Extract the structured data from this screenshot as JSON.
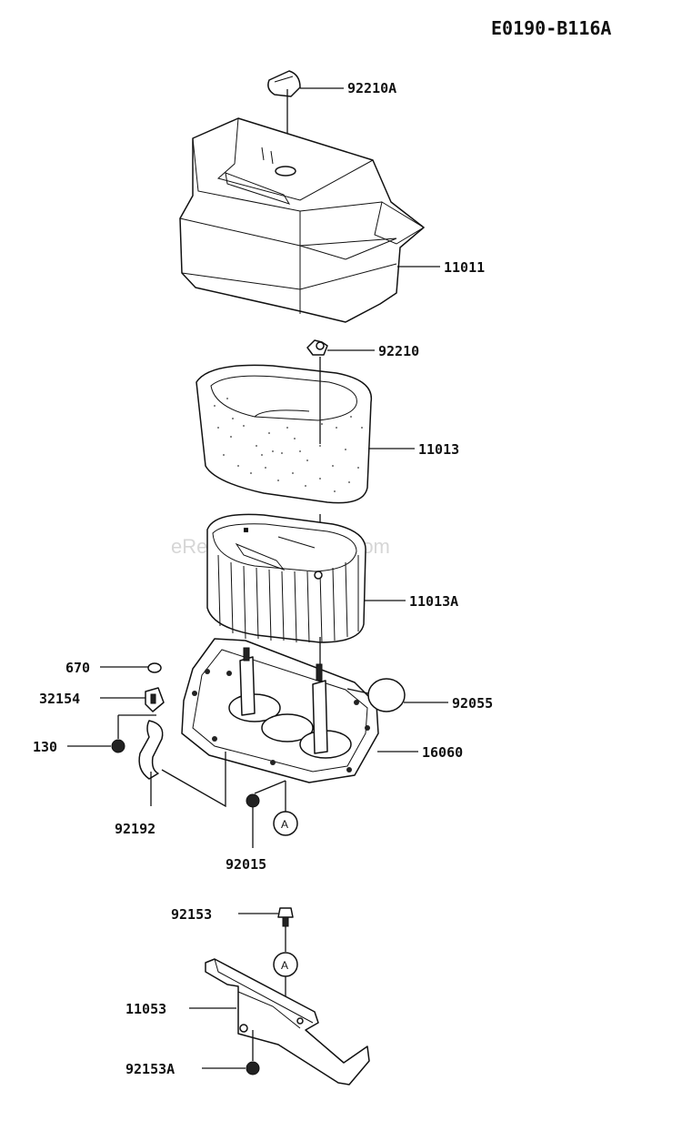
{
  "diagram_id": "E0190-B116A",
  "watermark": "eReplacementParts.com",
  "reference_marker": "A",
  "callouts": {
    "c_92210A": "92210A",
    "c_11011": "11011",
    "c_92210": "92210",
    "c_11013": "11013",
    "c_11013A": "11013A",
    "c_670": "670",
    "c_32154": "32154",
    "c_130": "130",
    "c_92055": "92055",
    "c_16060": "16060",
    "c_92192": "92192",
    "c_92015": "92015",
    "c_92153": "92153",
    "c_11053": "11053",
    "c_92153A": "92153A"
  }
}
